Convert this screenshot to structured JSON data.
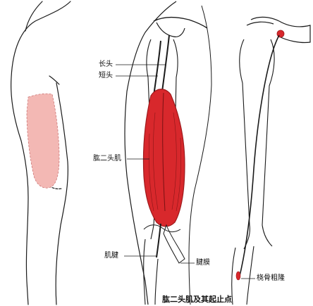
{
  "figure": {
    "caption": "肱二头肌及其起止点",
    "labels": {
      "long_head": "长头",
      "short_head": "短头",
      "biceps": "肱二头肌",
      "tendon": "肌腱",
      "aponeurosis": "腱膜",
      "radial_tuberosity": "桡骨粗隆"
    },
    "colors": {
      "muscle": "#d8282c",
      "muscle_dark": "#9e1a1c",
      "muscle_surface_projection": "#f3b8b4",
      "outline": "#1a1a1a",
      "bone_fill": "#ffffff"
    }
  }
}
